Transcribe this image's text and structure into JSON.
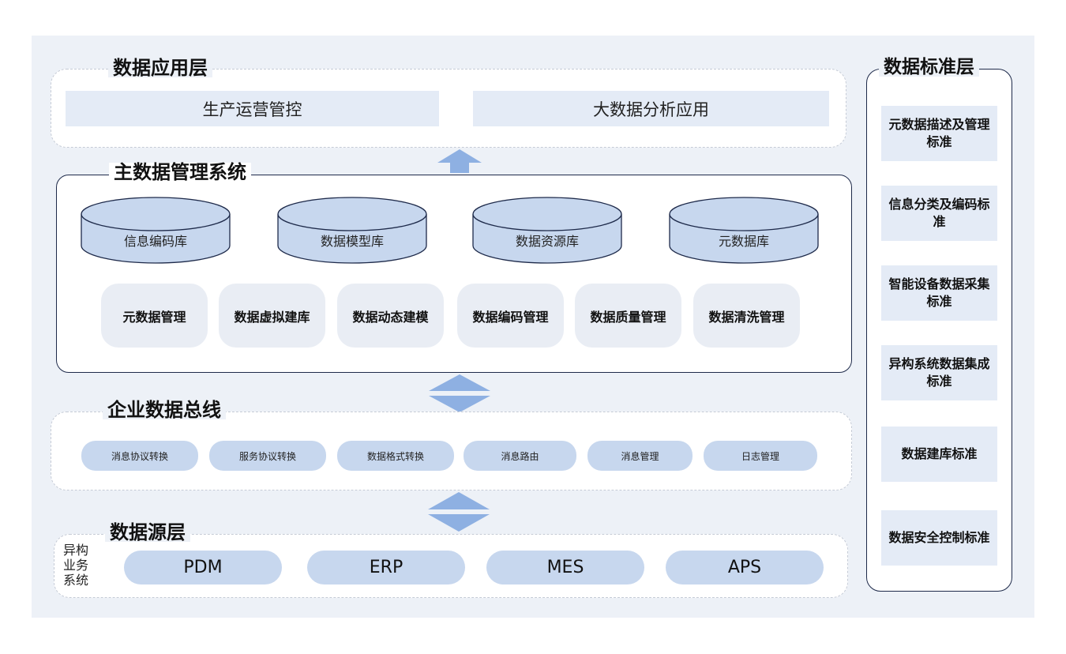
{
  "app_layer": {
    "title": "数据应用层",
    "items": [
      "生产运营管控",
      "大数据分析应用"
    ]
  },
  "mdm": {
    "title": "主数据管理系统",
    "databases": [
      "信息编码库",
      "数据模型库",
      "数据资源库",
      "元数据库"
    ],
    "modules": [
      "元数据管理",
      "数据虚拟建库",
      "数据动态建模",
      "数据编码管理",
      "数据质量管理",
      "数据清洗管理"
    ]
  },
  "bus": {
    "title": "企业数据总线",
    "items": [
      "消息协议转换",
      "服务协议转换",
      "数据格式转换",
      "消息路由",
      "消息管理",
      "日志管理"
    ]
  },
  "source": {
    "title": "数据源层",
    "side_label": "异构\n业务\n系统",
    "items": [
      "PDM",
      "ERP",
      "MES",
      "APS"
    ]
  },
  "standard": {
    "title": "数据标准层",
    "items": [
      "元数据描述及管理标准",
      "信息分类及编码标准",
      "智能设备数据采集标准",
      "异构系统数据集成标准",
      "数据建库标准",
      "数据安全控制标准"
    ]
  },
  "colors": {
    "arrow": "#8eb0e2",
    "cylinder_fill": "#c7d7ee",
    "frame_border": "#1e2a4a",
    "background": "#edf1f7"
  }
}
